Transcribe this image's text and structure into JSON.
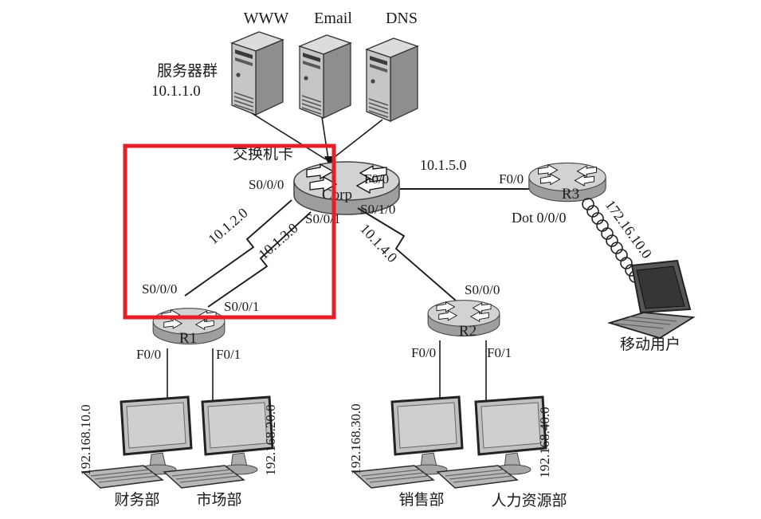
{
  "servers": {
    "group_label": "服务器群",
    "group_ip": "10.1.1.0",
    "www": "WWW",
    "email": "Email",
    "dns": "DNS"
  },
  "switch_card_label": "交换机卡",
  "corp": {
    "name": "Corp",
    "f00": "F0/0",
    "s000": "S0/0/0",
    "s001": "S0/0/1",
    "s010": "S0/1/0"
  },
  "r1": {
    "name": "R1",
    "s000": "S0/0/0",
    "s001": "S0/0/1",
    "f00": "F0/0",
    "f01": "F0/1"
  },
  "r2": {
    "name": "R2",
    "s000": "S0/0/0",
    "f00": "F0/0",
    "f01": "F0/1"
  },
  "r3": {
    "name": "R3",
    "f00": "F0/0",
    "dot": "Dot 0/0/0"
  },
  "links": {
    "corp_r3": "10.1.5.0",
    "corp_r1_a": "10.1.2.0",
    "corp_r1_b": "10.1.3.0",
    "corp_r2": "10.1.4.0",
    "r3_mobile": "172.16.10.0"
  },
  "depts": {
    "finance": {
      "name": "财务部",
      "ip": "192.168.10.0"
    },
    "market": {
      "name": "市场部",
      "ip": "192.168.20.0"
    },
    "sales": {
      "name": "销售部",
      "ip": "192.168.30.0"
    },
    "hr": {
      "name": "人力资源部",
      "ip": "192.168.40.0"
    }
  },
  "mobile_user_label": "移动用户",
  "highlight_color": "#e61e28"
}
